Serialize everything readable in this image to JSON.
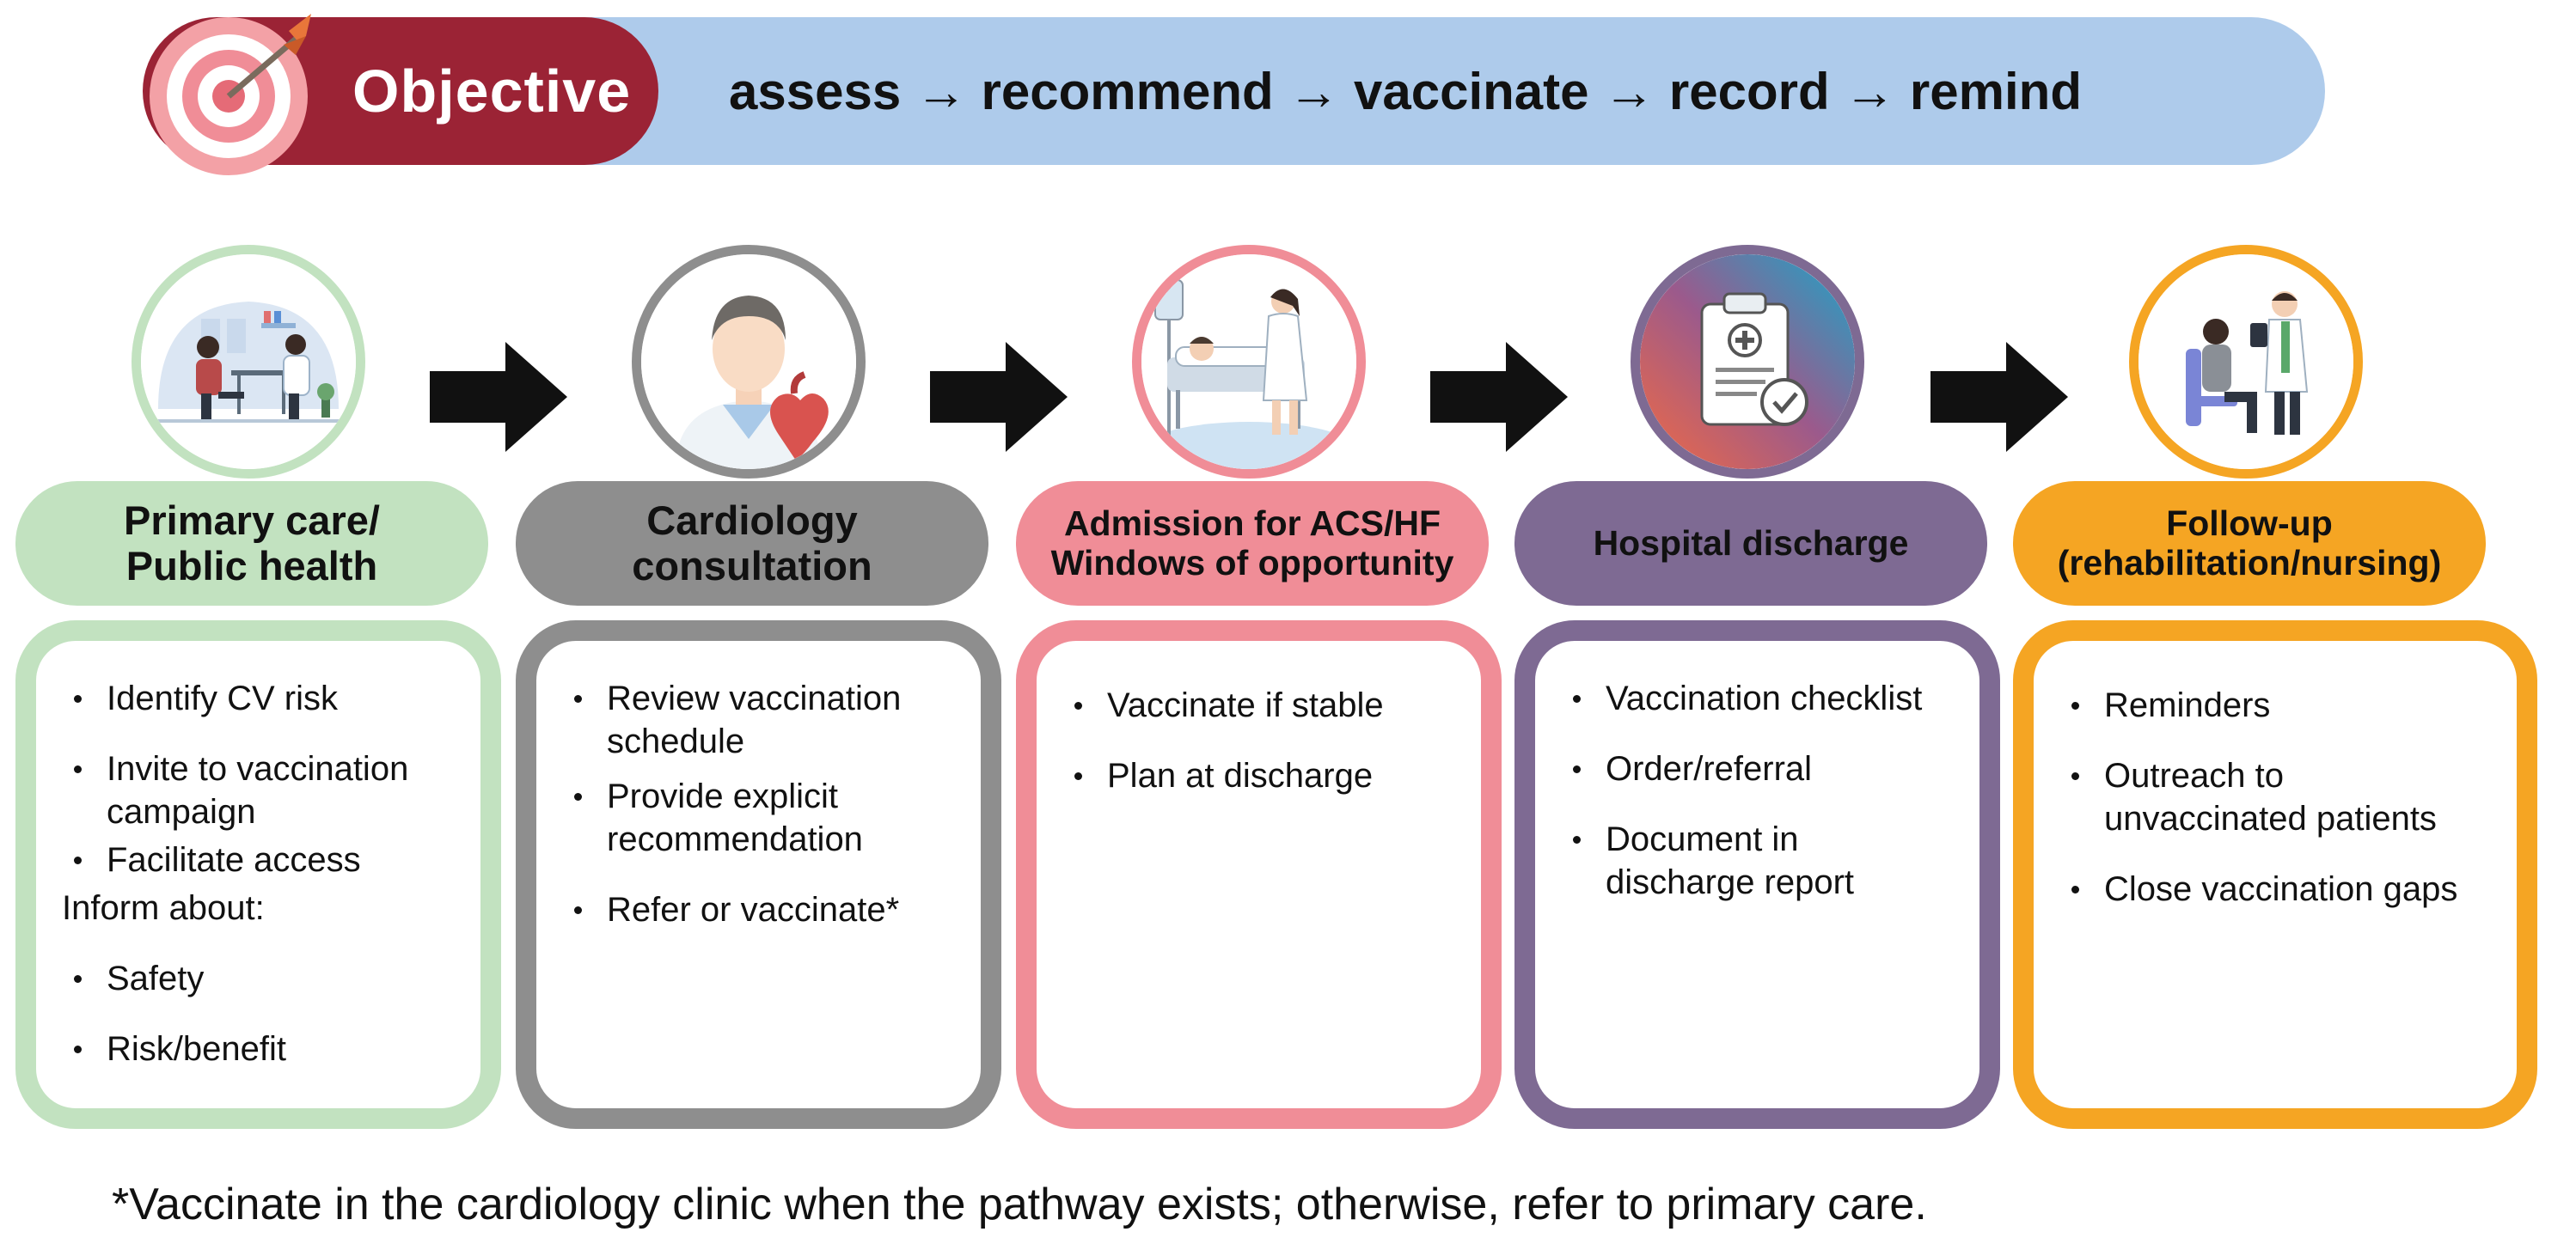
{
  "objective": {
    "label": "Objective",
    "steps": "assess → recommend → vaccinate → record → remind"
  },
  "stages": [
    {
      "title_line1": "Primary care/",
      "title_line2": "Public health",
      "icon": "patient-consultation-icon",
      "color": "#c2e2c0",
      "items": [
        "Identify CV risk",
        "Invite to vaccination campaign",
        "Facilitate access"
      ],
      "subheading": "Inform about:",
      "subitems": [
        "Safety",
        "Risk/benefit"
      ]
    },
    {
      "title_line1": "Cardiology",
      "title_line2": "consultation",
      "icon": "cardiologist-heart-icon",
      "color": "#8e8e8e",
      "items": [
        "Review vaccination schedule",
        "Provide explicit recommendation",
        "Refer or vaccinate*"
      ]
    },
    {
      "title_line1": "Admission for ACS/HF",
      "title_line2": "Windows of opportunity",
      "icon": "hospital-bed-icon",
      "color": "#f08d97",
      "items": [
        "Vaccinate if stable",
        "Plan at discharge"
      ]
    },
    {
      "title_line1": "Hospital discharge",
      "title_line2": "",
      "icon": "clipboard-check-icon",
      "color": "#7e6a93",
      "items": [
        "Vaccination checklist",
        "Order/referral",
        "Document in discharge report"
      ]
    },
    {
      "title_line1": "Follow-up",
      "title_line2": "(rehabilitation/nursing)",
      "icon": "doctor-patient-followup-icon",
      "color": "#f5a523",
      "items": [
        "Reminders",
        "Outreach to unvaccinated patients",
        "Close vaccination gaps"
      ]
    }
  ],
  "footnote": "*Vaccinate in the cardiology clinic when the pathway exists; otherwise, refer to primary care."
}
